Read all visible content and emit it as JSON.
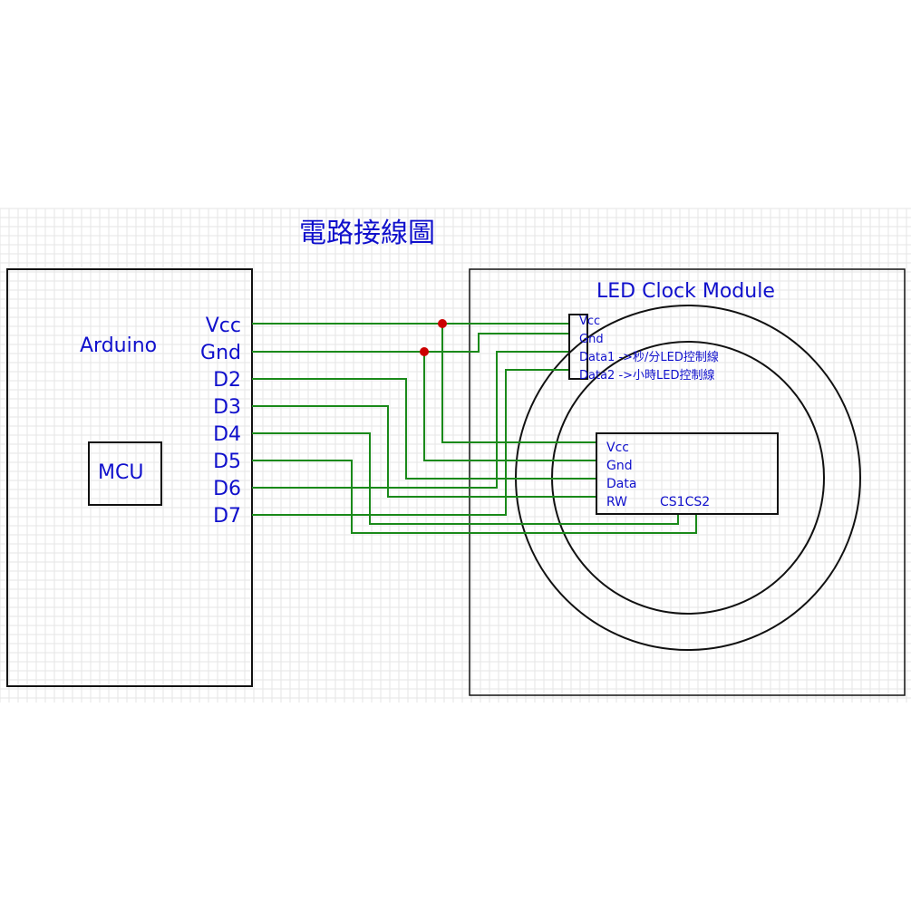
{
  "title": "電路接線圖",
  "colors": {
    "wire": "#1a8a1a",
    "junction": "#cc0000",
    "label": "#1010cc",
    "outline": "#111111"
  },
  "arduino": {
    "label": "Arduino",
    "mcu_label": "MCU",
    "pins": [
      "Vcc",
      "Gnd",
      "D2",
      "D3",
      "D4",
      "D5",
      "D6",
      "D7"
    ]
  },
  "module": {
    "label": "LED Clock Module",
    "connector_pins": [
      "Vcc",
      "Gnd",
      "Data1  ->秒/分LED控制線",
      "Data2  ->小時LED控制線"
    ],
    "driver_pins": [
      "Vcc",
      "Gnd",
      "Data",
      "RW"
    ],
    "driver_cs_label": "CS1CS2"
  },
  "connections": [
    {
      "from": "Vcc",
      "to": [
        "connector.Vcc",
        "driver.Vcc"
      ]
    },
    {
      "from": "Gnd",
      "to": [
        "connector.Gnd",
        "driver.Gnd"
      ]
    },
    {
      "from": "D2",
      "to": [
        "driver.Data"
      ]
    },
    {
      "from": "D3",
      "to": [
        "driver.RW"
      ]
    },
    {
      "from": "D4",
      "to": [
        "driver.CS1"
      ]
    },
    {
      "from": "D5",
      "to": [
        "driver.CS2"
      ]
    },
    {
      "from": "D6",
      "to": [
        "connector.Data1"
      ]
    },
    {
      "from": "D7",
      "to": [
        "connector.Data2"
      ]
    }
  ]
}
